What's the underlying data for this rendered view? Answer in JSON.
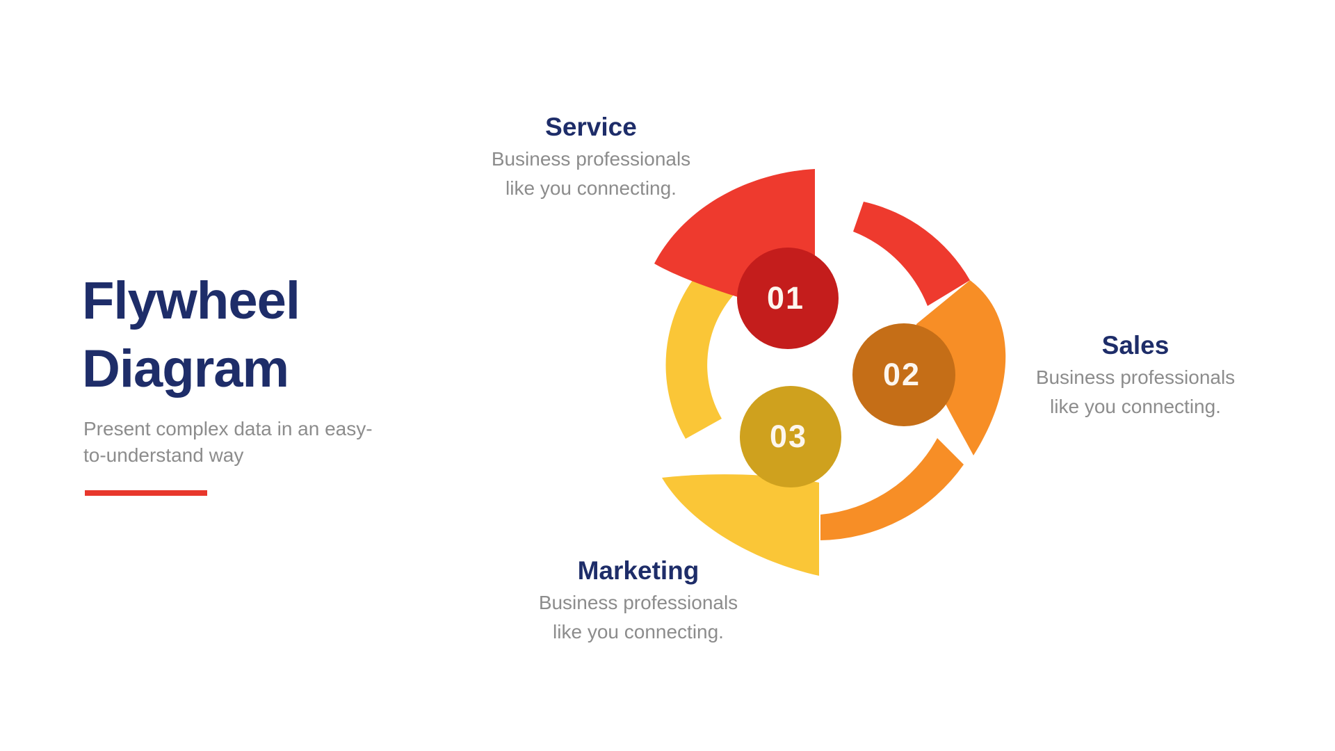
{
  "intro": {
    "title_lines": [
      "Flywheel",
      "Diagram"
    ],
    "subtitle_lines": [
      "Present complex data in an easy-",
      "to-understand way"
    ],
    "accent_color": "#E8372C",
    "title_color": "#1E2D69",
    "subtitle_color": "#8C8C8C"
  },
  "diagram": {
    "type": "flywheel",
    "nodes": [
      {
        "number": "01",
        "label": "Service",
        "description_lines": [
          "Business professionals",
          "like you connecting."
        ],
        "arrow_color": "#EE3A2E",
        "circle_color": "#C41D1C"
      },
      {
        "number": "02",
        "label": "Sales",
        "description_lines": [
          "Business professionals",
          "like you connecting."
        ],
        "arrow_color": "#F78E26",
        "circle_color": "#C56E17"
      },
      {
        "number": "03",
        "label": "Marketing",
        "description_lines": [
          "Business professionals",
          "like you connecting."
        ],
        "arrow_color": "#FAC637",
        "circle_color": "#CFA11E"
      }
    ]
  }
}
